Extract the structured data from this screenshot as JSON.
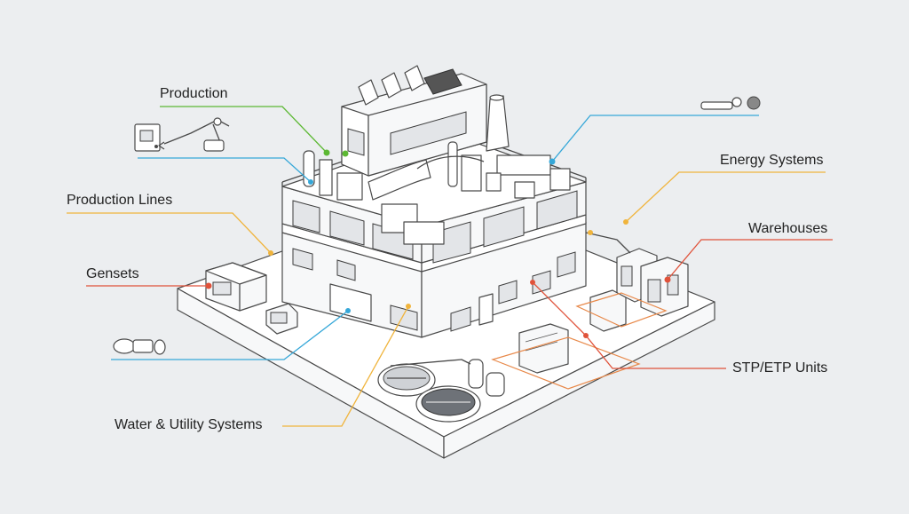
{
  "colors": {
    "background": "#eceef0",
    "green": "#5cb833",
    "blue": "#35a7d8",
    "yellow": "#f0b43c",
    "red": "#e0523a",
    "orange": "#e8894a",
    "outline": "#4a4a4a"
  },
  "labels": {
    "production": "Production",
    "production_lines": "Production Lines",
    "gensets": "Gensets",
    "water_utility": "Water & Utility Systems",
    "energy_systems": "Energy Systems",
    "warehouses": "Warehouses",
    "stp_etp": "STP/ETP Units"
  },
  "icons": [
    "control-panel-icon",
    "robotic-arm-icon",
    "tools-icon",
    "pipe-fitting-icon",
    "water-pump-icon"
  ]
}
